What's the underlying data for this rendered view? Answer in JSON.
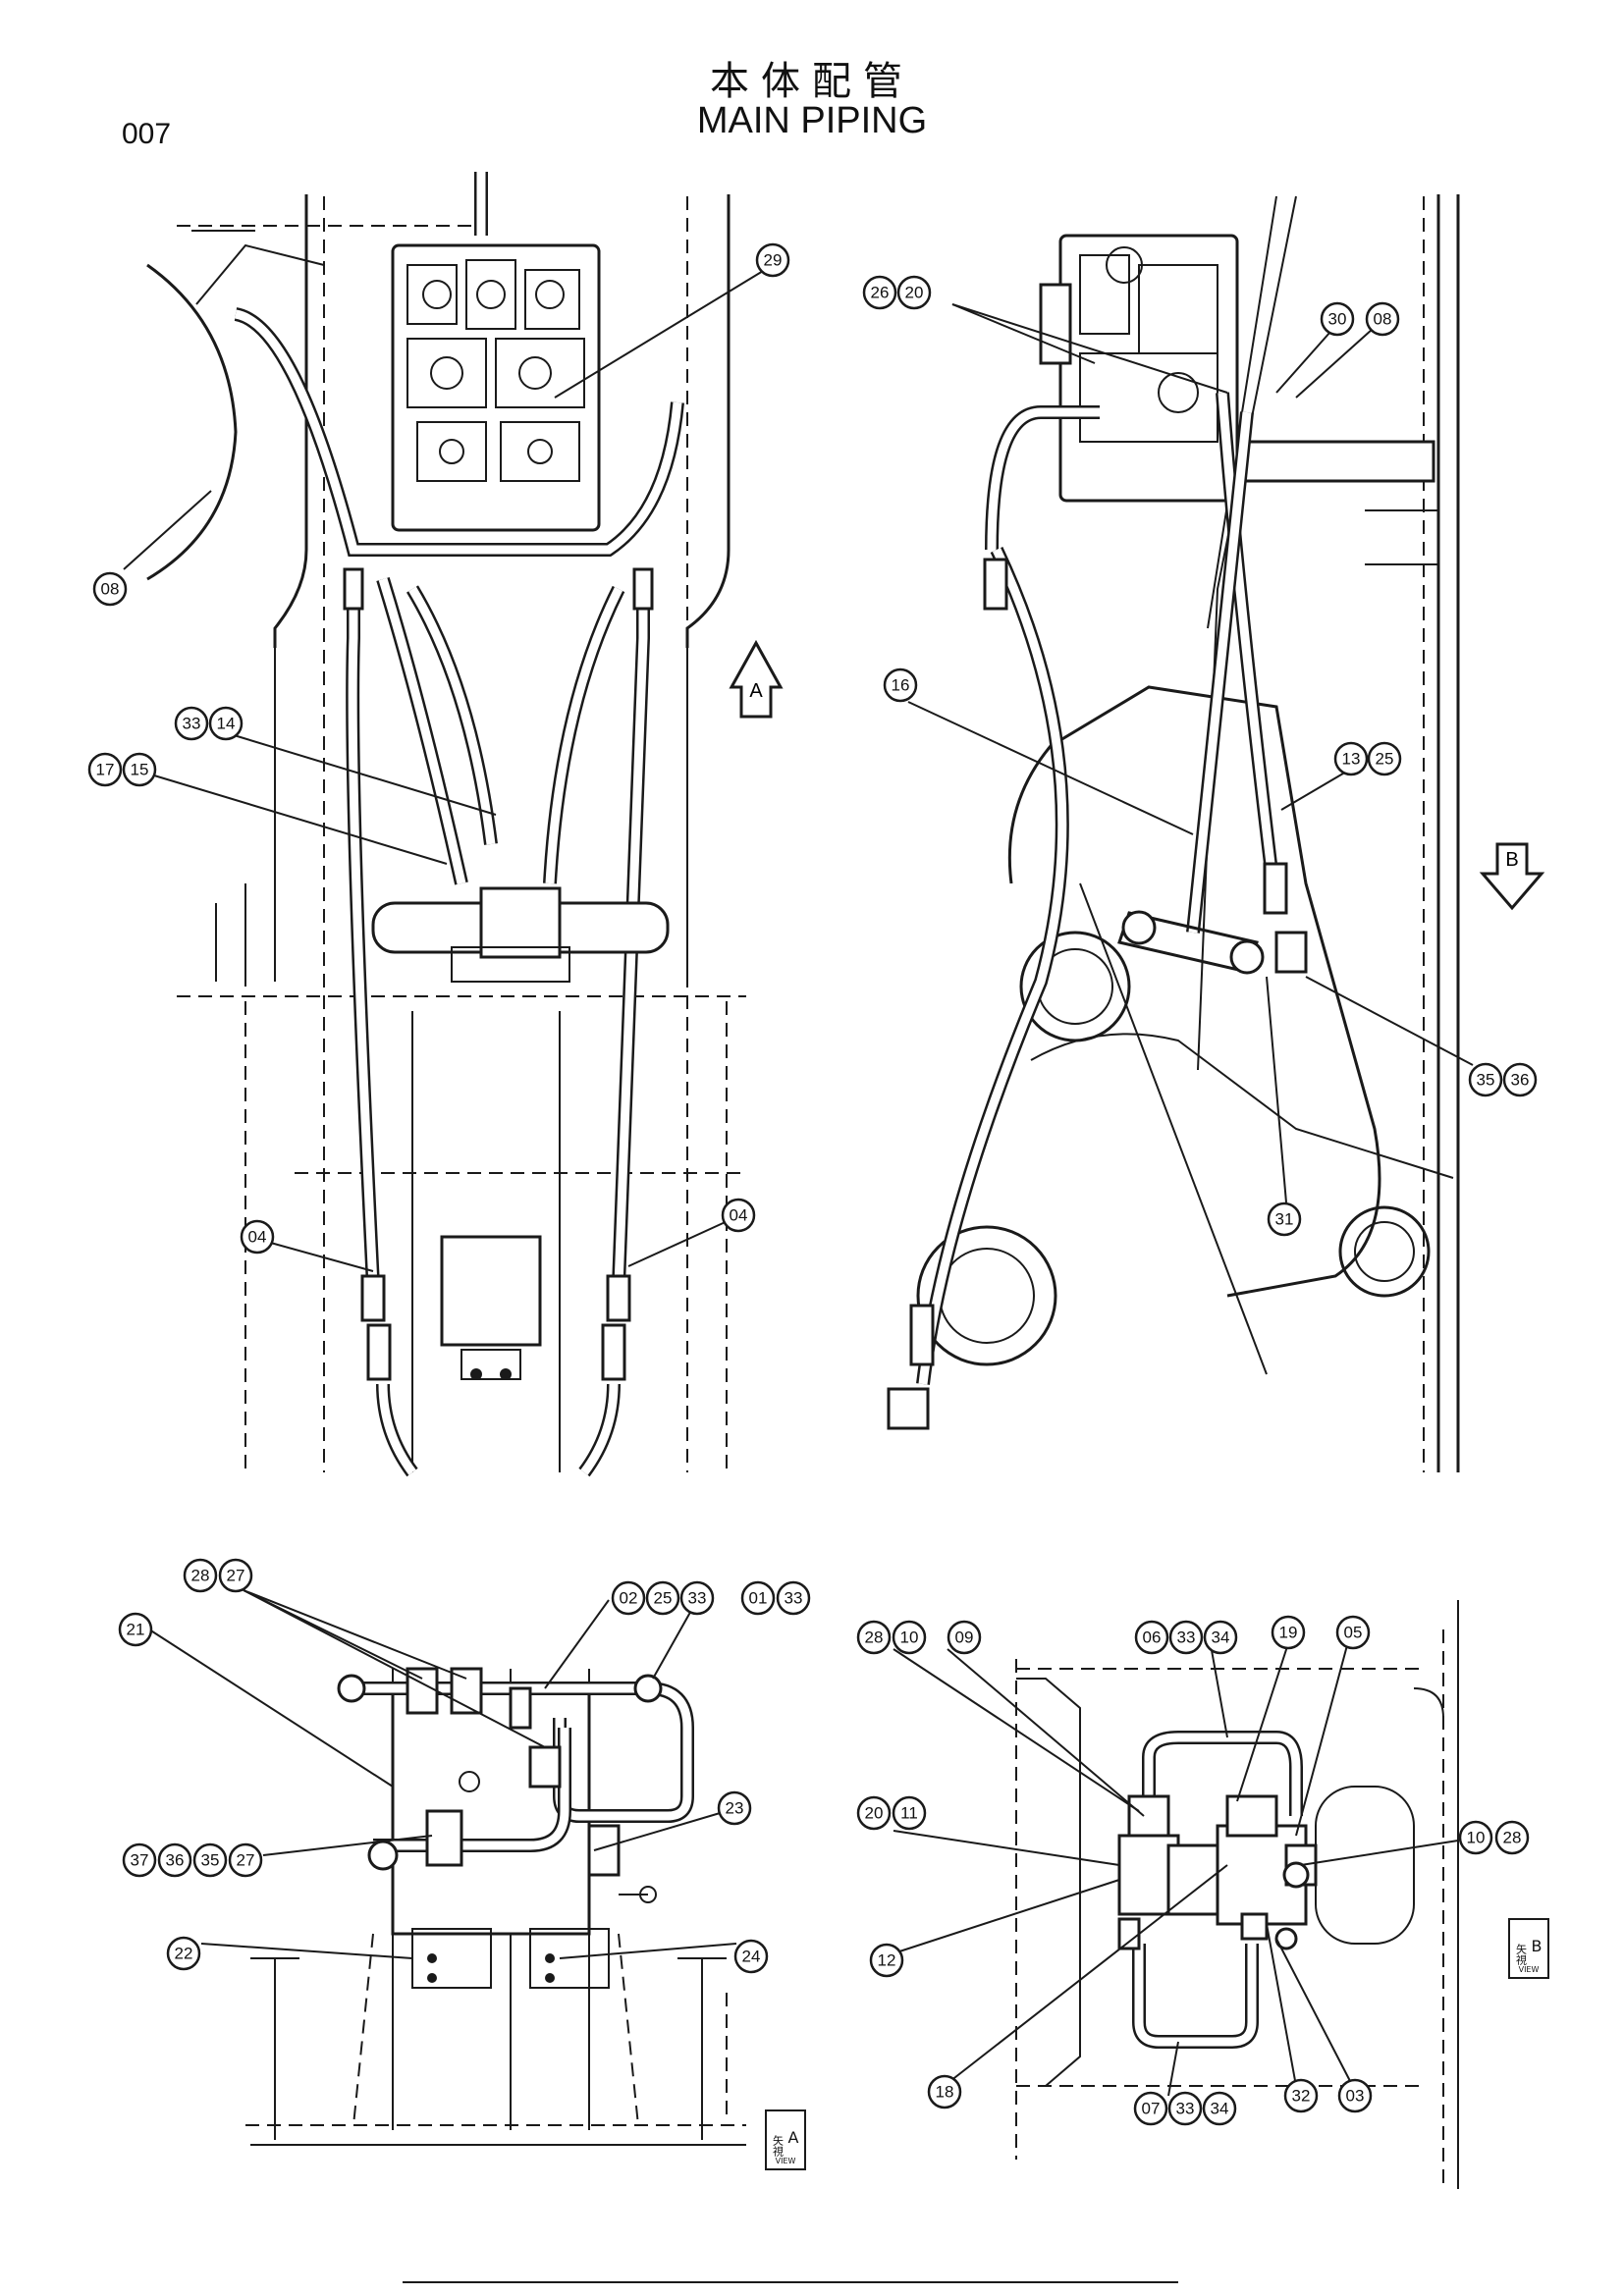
{
  "header": {
    "page_number": "007",
    "title_jp": "本体配管",
    "title_en": "MAIN PIPING"
  },
  "arrows": {
    "a": "A",
    "b": "B"
  },
  "view_labels": {
    "a": {
      "jp": "矢視",
      "en": "VIEW",
      "letter": "A"
    },
    "b": {
      "jp": "矢視",
      "en": "VIEW",
      "letter": "B"
    }
  },
  "callouts": {
    "top_left": [
      "08",
      "29",
      "33",
      "14",
      "17",
      "15",
      "04",
      "04"
    ],
    "top_right": [
      "26",
      "20",
      "30",
      "08",
      "16",
      "13",
      "25",
      "35",
      "36",
      "31"
    ],
    "view_a": [
      "28",
      "27",
      "21",
      "02",
      "25",
      "33",
      "01",
      "33",
      "23",
      "37",
      "36",
      "35",
      "27",
      "22",
      "24"
    ],
    "view_b": [
      "28",
      "10",
      "09",
      "06",
      "33",
      "34",
      "19",
      "05",
      "20",
      "11",
      "10",
      "28",
      "12",
      "18",
      "07",
      "33",
      "34",
      "32",
      "03"
    ]
  }
}
